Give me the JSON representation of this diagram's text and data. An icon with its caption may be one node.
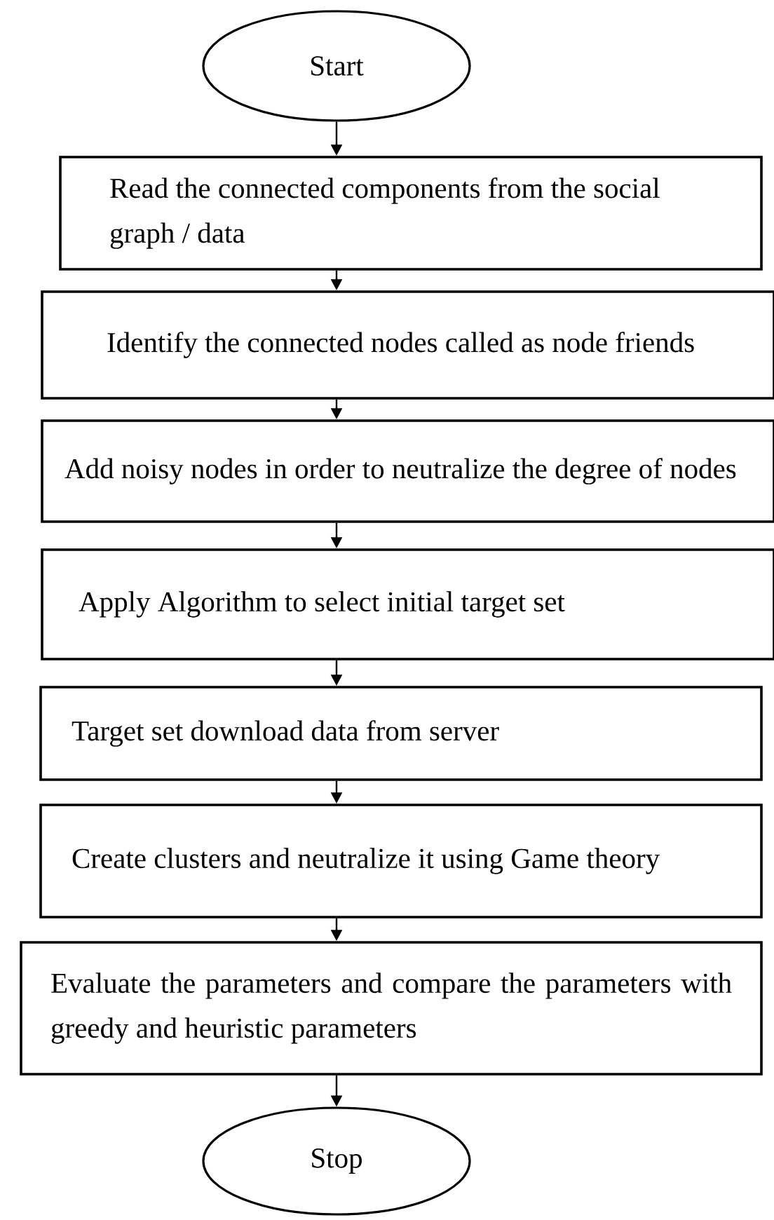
{
  "diagram": {
    "nodes": [
      {
        "text": [
          "Start"
        ]
      },
      {
        "text": [
          "Read the connected components from the social graph / data"
        ]
      },
      {
        "text": [
          "Identify the connected nodes called as node friends"
        ]
      },
      {
        "text": [
          "Add noisy nodes in order to neutralize the degree of nodes"
        ]
      },
      {
        "text": [
          "Apply Algorithm to select initial target set"
        ]
      },
      {
        "text": [
          "Target set download data from server"
        ]
      },
      {
        "text": [
          "Create clusters and neutralize it using Game theory"
        ]
      },
      {
        "text": [
          "Evaluate the parameters and compare the parameters with greedy and heuristic parameters"
        ]
      },
      {
        "text": [
          "Stop"
        ]
      }
    ],
    "edges": [
      {
        "from": 0,
        "to": 1,
        "arrow": "to"
      },
      {
        "from": 1,
        "to": 2,
        "arrow": "to"
      },
      {
        "from": 2,
        "to": 3,
        "arrow": "to"
      },
      {
        "from": 3,
        "to": 4,
        "arrow": "to"
      },
      {
        "from": 4,
        "to": 5,
        "arrow": "to"
      },
      {
        "from": 5,
        "to": 6,
        "arrow": "to"
      },
      {
        "from": 6,
        "to": 7,
        "arrow": "to"
      },
      {
        "from": 7,
        "to": 8,
        "arrow": "to"
      }
    ]
  }
}
